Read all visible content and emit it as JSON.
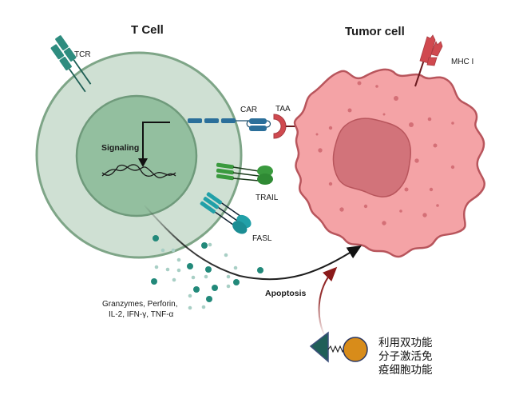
{
  "titles": {
    "t_cell": "T Cell",
    "tumor_cell": "Tumor cell"
  },
  "labels": {
    "tcr": "TCR",
    "car": "CAR",
    "taa": "TAA",
    "mhc": "MHC I",
    "signaling": "Signaling",
    "trail": "TRAIL",
    "fasl": "FASL",
    "apoptosis": "Apoptosis",
    "cytokines_line1": "Granzymes, Perforin,",
    "cytokines_line2": "IL-2, IFN-γ, TNF-α"
  },
  "bifunctional_caption": [
    "利用双功能",
    "分子激活免",
    "疫细胞功能"
  ],
  "colors": {
    "t_cell_outer": "#cfe0d3",
    "t_cell_border": "#7ea587",
    "t_cell_nucleus": "#93bf9f",
    "tumor_fill": "#f4a3a6",
    "tumor_border": "#b8555c",
    "tumor_nucleus": "#d2737a",
    "receptor_teal": "#2e8c7f",
    "car_blue": "#2b6f9a",
    "trail_green": "#3a9a3e",
    "fasl_teal": "#21a0a8",
    "taa_red": "#d0494f",
    "granule_dark": "#22897a",
    "granule_light": "#a8cfc5",
    "triangle": "#1f5e58",
    "circle": "#d88c1a",
    "red_arrow": "#8b1a1a"
  }
}
